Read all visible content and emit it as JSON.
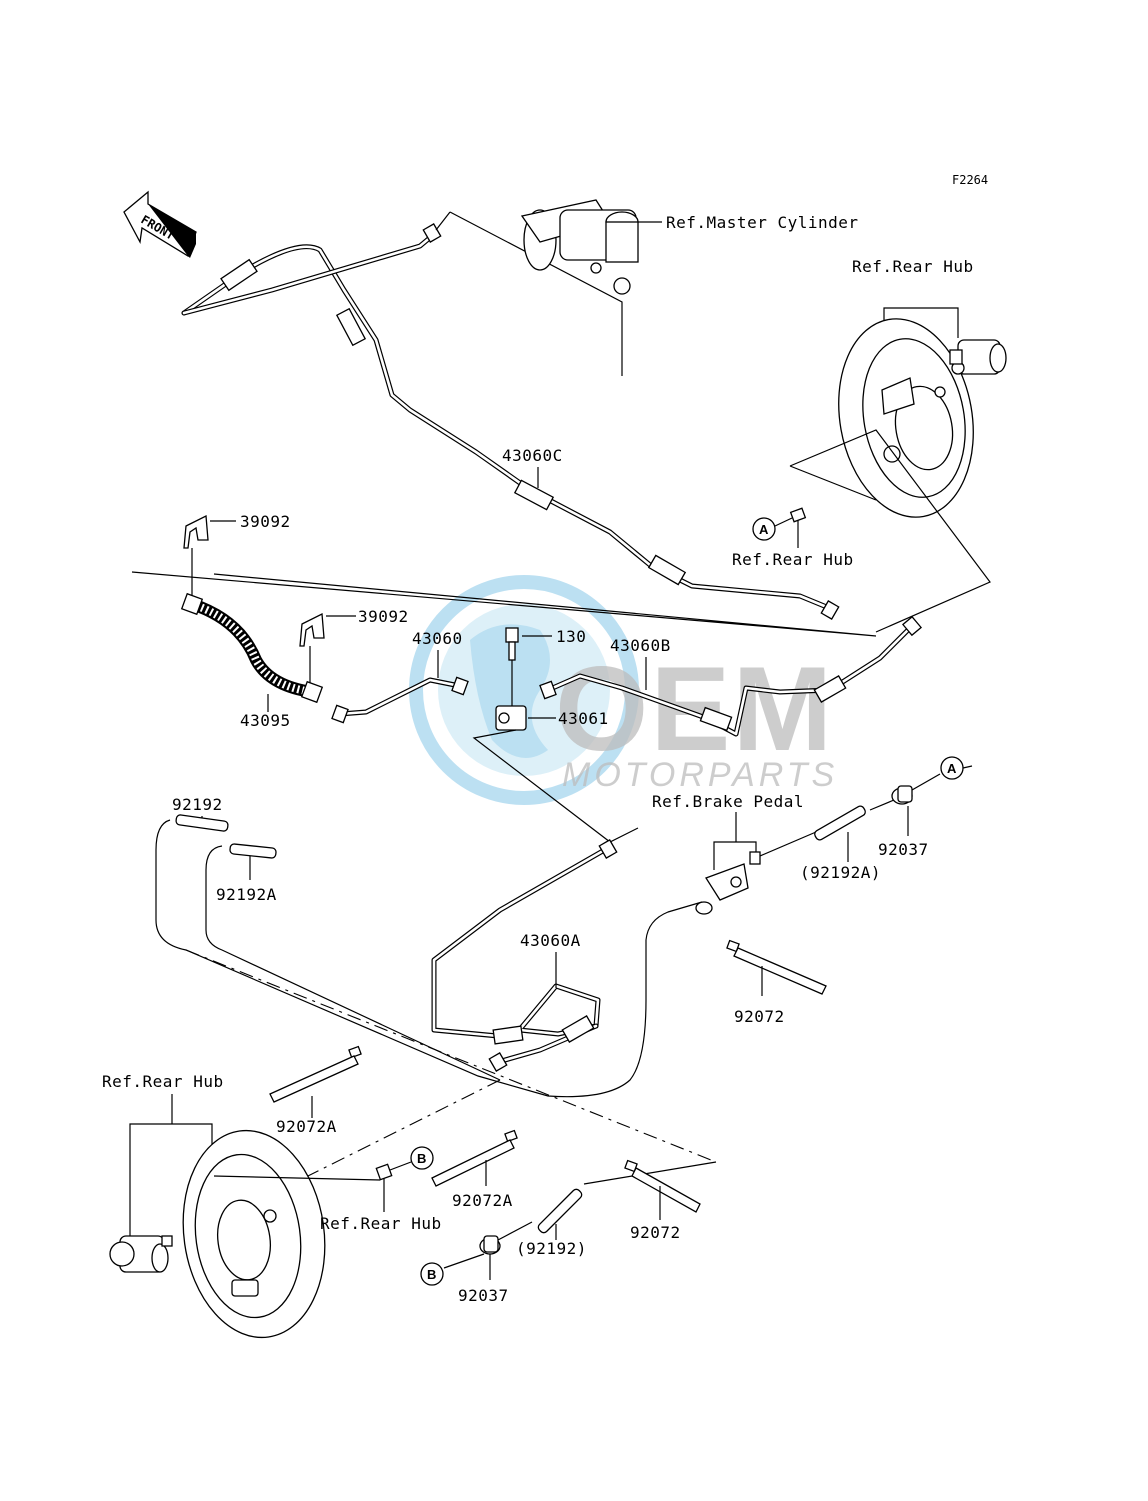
{
  "figure_code": "F2264",
  "direction_label": "FRONT",
  "watermark": {
    "brand": "OEM",
    "subtitle": "MOTORPARTS",
    "color": "#9fd3ec"
  },
  "callouts": {
    "ref_master_cylinder": "Ref.Master Cylinder",
    "ref_rear_hub_top": "Ref.Rear Hub",
    "ref_rear_hub_a": "Ref.Rear Hub",
    "ref_brake_pedal": "Ref.Brake Pedal",
    "ref_rear_hub_left": "Ref.Rear Hub",
    "ref_rear_hub_b": "Ref.Rear Hub"
  },
  "markers": {
    "a1": "A",
    "a2": "A",
    "b1": "B",
    "b2": "B"
  },
  "parts": {
    "p43060C": "43060C",
    "p39092_1": "39092",
    "p39092_2": "39092",
    "p43060": "43060",
    "p130": "130",
    "p43060B": "43060B",
    "p43061": "43061",
    "p43095": "43095",
    "p92192": "92192",
    "p92192A": "92192A",
    "p92192A_ref": "(92192A)",
    "p92037_1": "92037",
    "p43060A": "43060A",
    "p92072_1": "92072",
    "p92072A_1": "92072A",
    "p92072A_2": "92072A",
    "p92072_2": "92072",
    "p92192_ref": "(92192)",
    "p92037_2": "92037"
  }
}
